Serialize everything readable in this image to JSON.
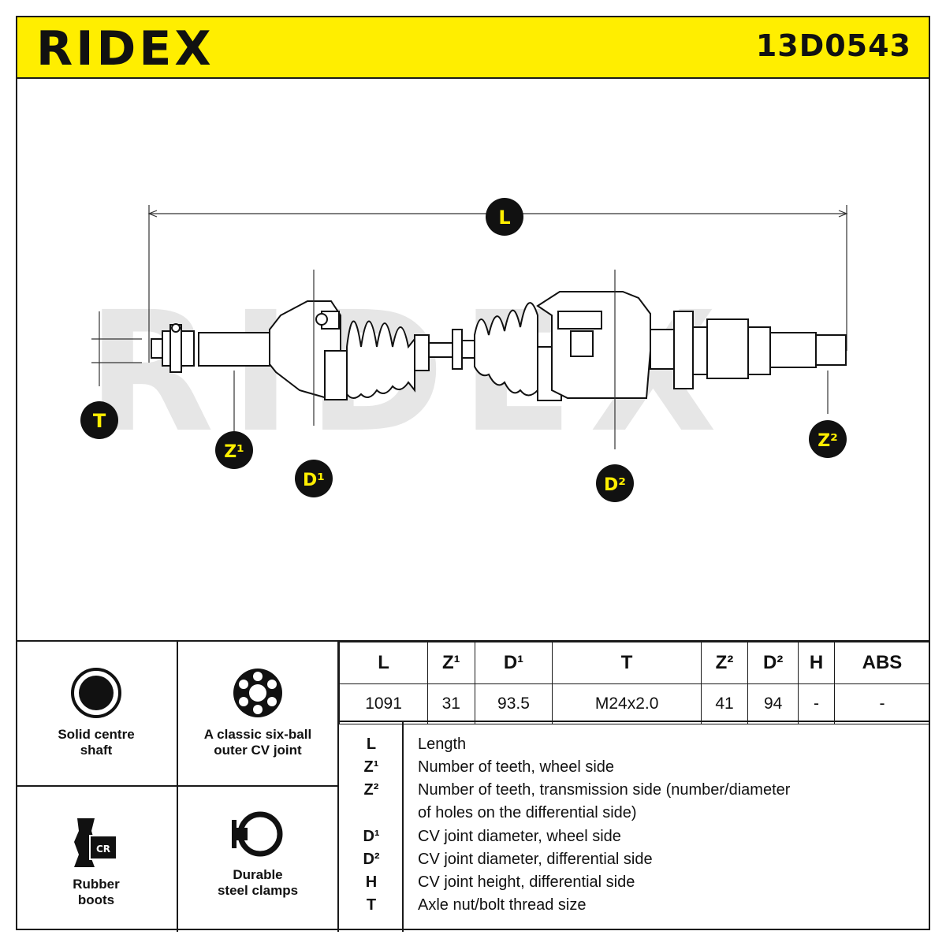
{
  "header": {
    "brand": "RIDEX",
    "part_number": "13D0543",
    "brand_color": "#ffee00"
  },
  "diagram": {
    "watermark": "RIDEX",
    "labels": {
      "L": "L",
      "T": "T",
      "Z1": "Z¹",
      "D1": "D¹",
      "D2": "D²",
      "Z2": "Z²"
    }
  },
  "features": [
    {
      "icon": "solid-shaft-icon",
      "label": "Solid centre\nshaft"
    },
    {
      "icon": "six-ball-joint-icon",
      "label": "A classic six-ball\nouter CV joint"
    },
    {
      "icon": "rubber-boot-cr-icon",
      "label": "Rubber\nboots"
    },
    {
      "icon": "steel-clamp-icon",
      "label": "Durable\nsteel clamps"
    }
  ],
  "specs": {
    "headers": [
      "L",
      "Z¹",
      "D¹",
      "T",
      "Z²",
      "D²",
      "H",
      "ABS"
    ],
    "values": [
      "1091",
      "31",
      "93.5",
      "M24x2.0",
      "41",
      "94",
      "-",
      "-"
    ]
  },
  "legend": [
    {
      "key": "L",
      "desc": "Length"
    },
    {
      "key": "Z¹",
      "desc": "Number of teeth, wheel side"
    },
    {
      "key": "Z²",
      "desc": "Number of teeth, transmission side (number/diameter"
    },
    {
      "key": "",
      "desc": "of holes on the differential side)"
    },
    {
      "key": "D¹",
      "desc": "CV joint diameter, wheel side"
    },
    {
      "key": "D²",
      "desc": "CV joint diameter, differential side"
    },
    {
      "key": "H",
      "desc": "CV joint height, differential side"
    },
    {
      "key": "T",
      "desc": "Axle nut/bolt thread size"
    }
  ]
}
